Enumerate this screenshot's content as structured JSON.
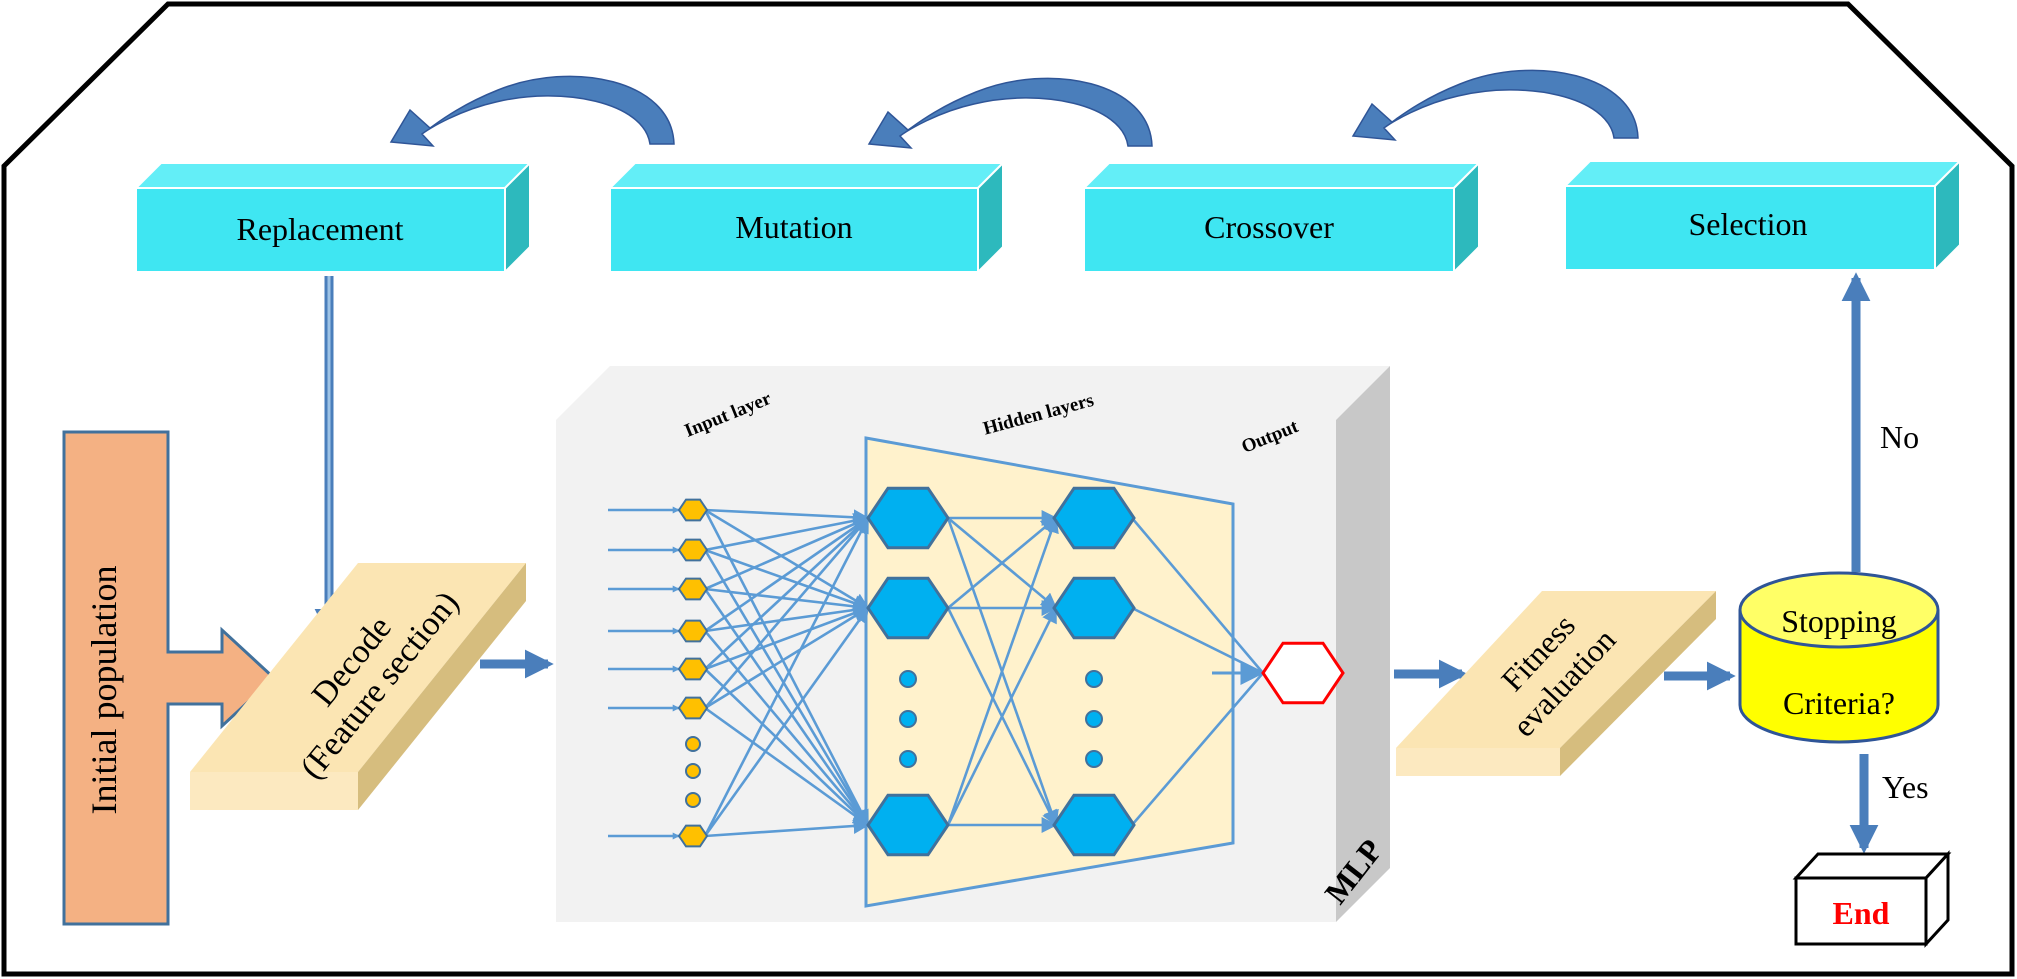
{
  "ga_steps": {
    "replacement": "Replacement",
    "mutation": "Mutation",
    "crossover": "Crossover",
    "selection": "Selection"
  },
  "initial_population": "Initial population",
  "decode": {
    "line1": "Decode",
    "line2": "(Feature section)"
  },
  "mlp": {
    "input_layer": "Input layer",
    "hidden_layers": "Hidden layers",
    "output": "Output",
    "label": "MLP"
  },
  "fitness": {
    "line1": "Fitness",
    "line2": "evaluation"
  },
  "stopping": {
    "line1": "Stopping",
    "line2": "Criteria?"
  },
  "branch": {
    "no": "No",
    "yes": "Yes"
  },
  "end": "End",
  "colors": {
    "process_box": "#3FE6F2",
    "process_box_side": "#2DB9BD",
    "initial_population": "#F4B183",
    "parallelogram": "#FBE5B3",
    "arrow": "#4A7EBB",
    "network_line": "#5B9BD5",
    "hidden_node": "#00B0F0",
    "input_node": "#FFC000",
    "output_node": "#FF0000",
    "database": "#FFFF00",
    "end_text": "#FF0000"
  }
}
